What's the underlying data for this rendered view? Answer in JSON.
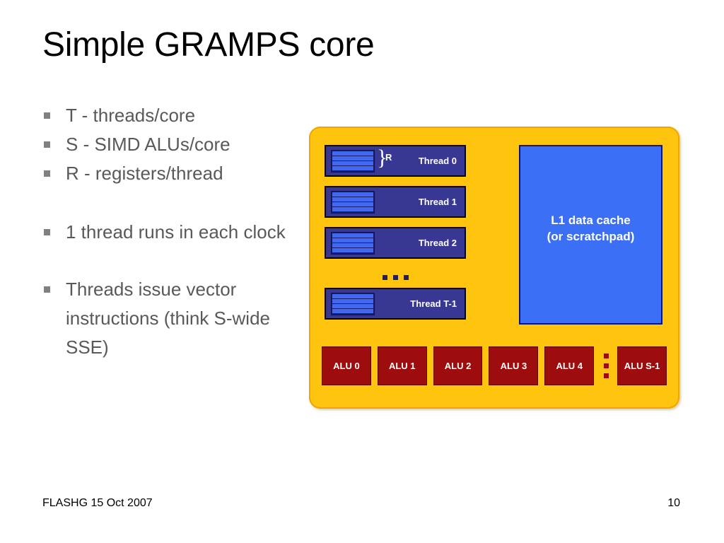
{
  "slide": {
    "title": "Simple GRAMPS core",
    "bullets": [
      "T - threads/core",
      "S - SIMD ALUs/core",
      "R - registers/thread",
      "1 thread runs in each clock",
      "Threads issue vector instructions (think S-wide SSE)"
    ],
    "footer_left": "FLASHG 15 Oct 2007",
    "page_number": "10"
  },
  "diagram": {
    "name": "simple-gramps-core-diagram",
    "colors": {
      "panel_background": "#FFC40D",
      "panel_edge": "#F0A500",
      "thread_box": "#383894",
      "register_bar": "#4169F0",
      "register_box": "#1a1a6e",
      "cache_box": "#3B6FF5",
      "cache_border": "#141464",
      "alu_box": "#9E0D0D",
      "text_on_dark": "#FFFFFF",
      "body_text": "#595959",
      "title_text": "#000000"
    },
    "threads": [
      {
        "label": "Thread 0",
        "registers": 4,
        "brace_label": "R",
        "has_brace": true
      },
      {
        "label": "Thread 1",
        "registers": 4,
        "has_brace": false
      },
      {
        "label": "Thread 2",
        "registers": 4,
        "has_brace": false
      },
      {
        "label": "Thread T-1",
        "registers": 4,
        "has_brace": false
      }
    ],
    "thread_ellipsis_dots": 3,
    "cache": {
      "line1": "L1 data cache",
      "line2": "(or scratchpad)"
    },
    "alus": [
      "ALU 0",
      "ALU 1",
      "ALU 2",
      "ALU 3",
      "ALU 4",
      "ALU S-1"
    ],
    "alu_ellipsis_dots": 3
  }
}
